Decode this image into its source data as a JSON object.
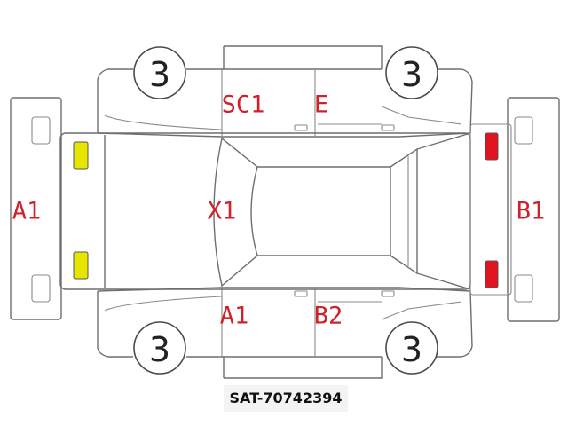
{
  "tires": {
    "front_left": "3",
    "front_right": "3",
    "rear_left": "3",
    "rear_right": "3"
  },
  "codes": {
    "front_bumper": "A1",
    "roof_front": "SC1",
    "roof_rear": "E",
    "hood_area": "X1",
    "lower_front_door": "A1",
    "lower_rear_door": "B2",
    "rear_bumper": "B1"
  },
  "colors": {
    "code_text": "#d0202a",
    "front_lamps": "#e6e600",
    "rear_lamps": "#e0141e",
    "outline": "#6e6e6e"
  },
  "footer_id": "SAT-70742394"
}
